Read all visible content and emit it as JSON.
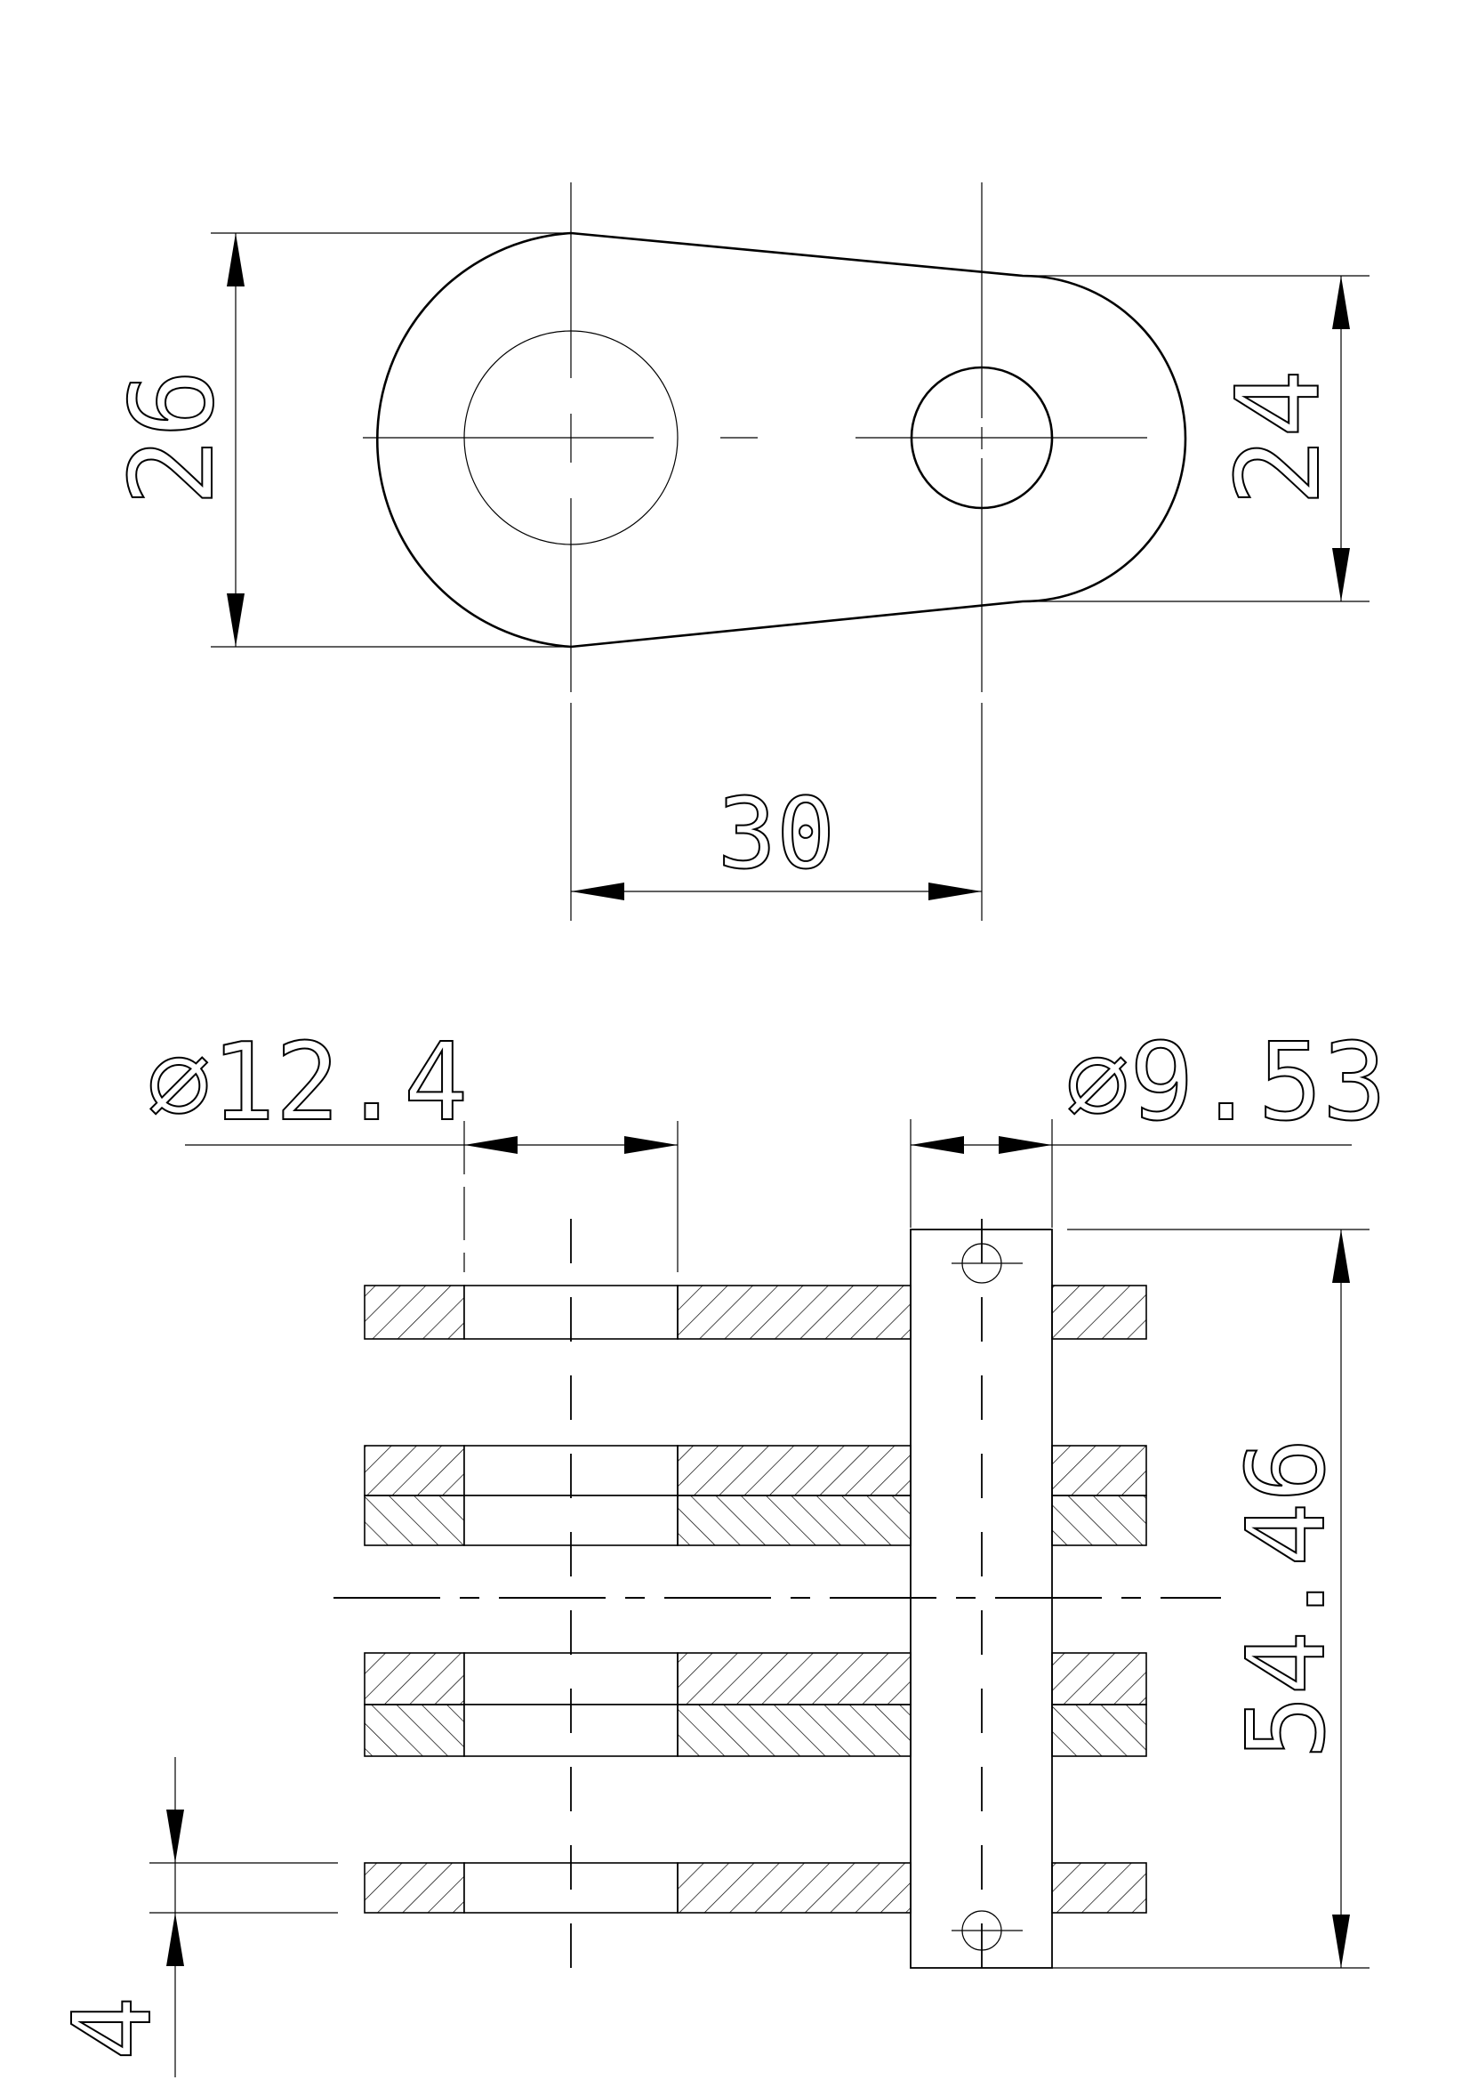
{
  "drawing": {
    "top_view": {
      "dim_height_left": "26",
      "dim_height_right": "24",
      "dim_center_distance": "30"
    },
    "section_view": {
      "dim_hole_large": "∅12.4",
      "dim_hole_small": "∅9.53",
      "dim_overall_height": "54.46",
      "dim_plate_thickness": "4"
    }
  }
}
